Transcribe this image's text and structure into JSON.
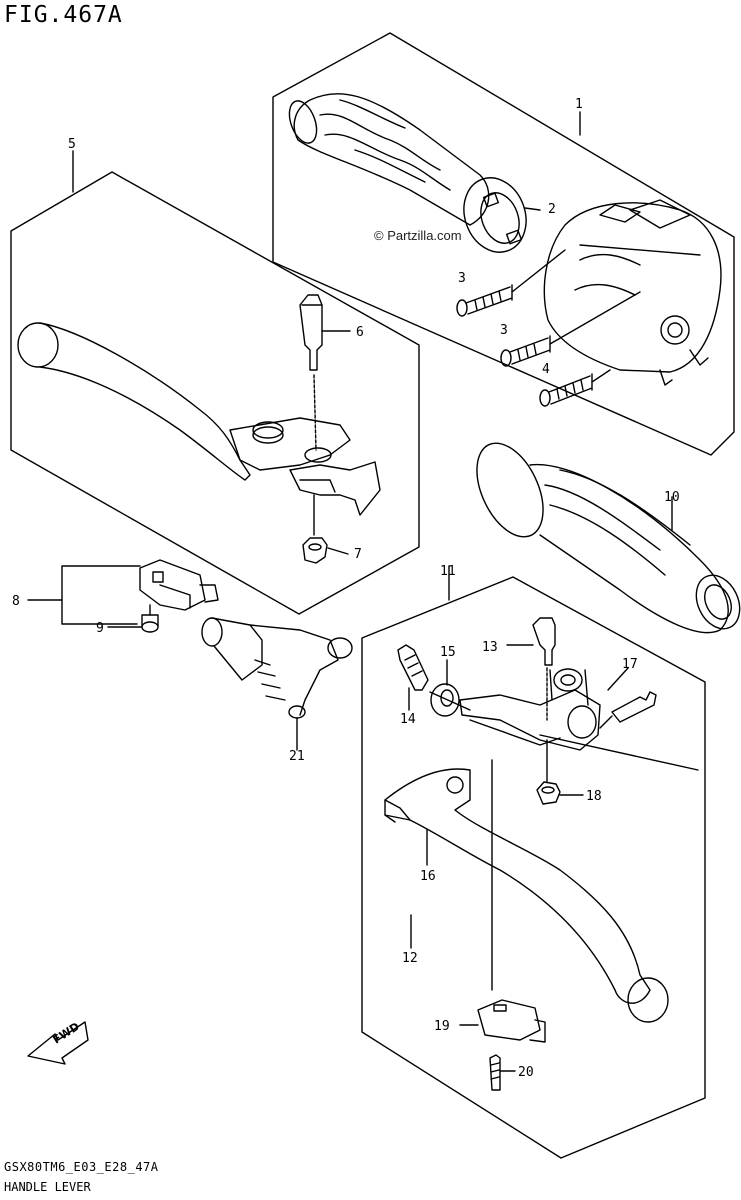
{
  "figure_title": "FIG.467A",
  "watermark": "© Partzilla.com",
  "footer": {
    "code": "GSX80TM6_E03_E28_47A",
    "name": "HANDLE LEVER"
  },
  "fwd_label": "FWD",
  "callouts": [
    "1",
    "2",
    "3",
    "3",
    "4",
    "5",
    "6",
    "7",
    "8",
    "9",
    "10",
    "11",
    "12",
    "13",
    "14",
    "15",
    "16",
    "17",
    "18",
    "19",
    "20",
    "21"
  ]
}
